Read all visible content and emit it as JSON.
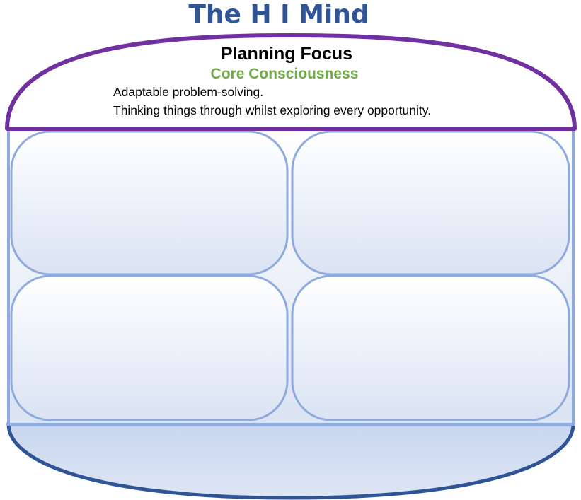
{
  "diagram": {
    "title": "The H I Mind",
    "top_section": {
      "heading": "Planning Focus",
      "subheading": "Core Consciousness",
      "lines": [
        "Adaptable problem-solving.",
        "Thinking things through whilst exploring every opportunity."
      ]
    },
    "panels": [
      {
        "label": ""
      },
      {
        "label": ""
      },
      {
        "label": ""
      },
      {
        "label": ""
      }
    ]
  },
  "colors": {
    "title": "#2f5597",
    "top_outline": "#7030a0",
    "subheading": "#70ad47",
    "body_outline": "#8faadc",
    "bottom_outline": "#2f5597",
    "gradient_top": "#ffffff",
    "gradient_bottom": "#dae3f3"
  }
}
